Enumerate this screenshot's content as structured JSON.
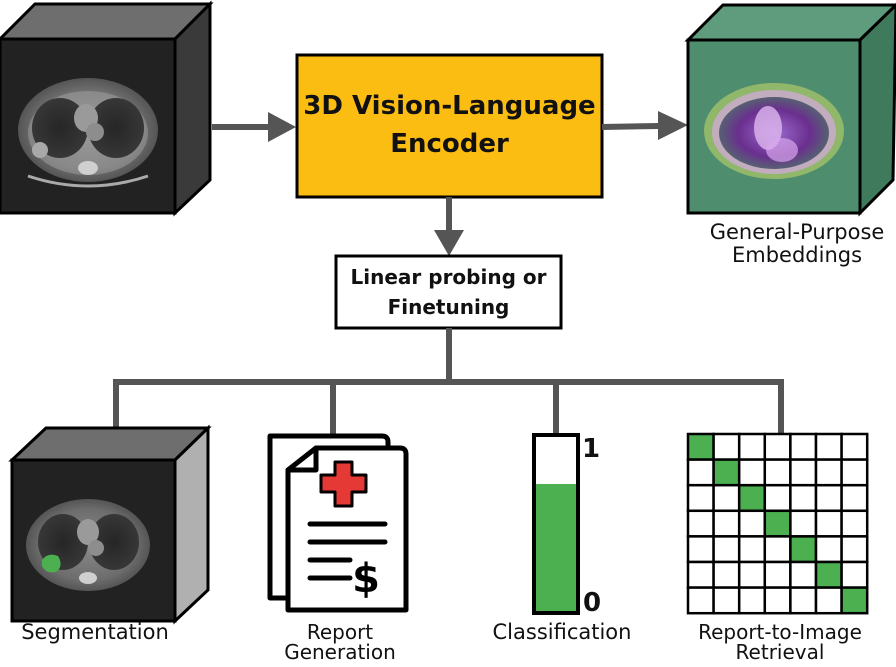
{
  "encoder": {
    "line1": "3D Vision-Language",
    "line2": "Encoder",
    "fill": "#FCBD12"
  },
  "adapter": {
    "line1": "Linear probing or",
    "line2": "Finetuning"
  },
  "embeddings": {
    "line1": "General-Purpose",
    "line2": "Embeddings",
    "tint": "#4E8E6E"
  },
  "tasks": {
    "segmentation": "Segmentation",
    "report_line1": "Report",
    "report_line2": "Generation",
    "classification": "Classification",
    "retrieval_line1": "Report-to-Image",
    "retrieval_line2": "Retrieval"
  },
  "classification_scale": {
    "top": "1",
    "bottom": "0",
    "level": 0.73
  },
  "retrieval_grid": {
    "size": 7
  },
  "colors": {
    "green": "#4CAF50",
    "red": "#E53935",
    "arrow": "#555555"
  },
  "icons": [
    "ct-volume-icon",
    "embedding-cube-icon",
    "segmentation-volume-icon",
    "medical-report-icon",
    "classification-bar-icon",
    "retrieval-matrix-icon"
  ]
}
